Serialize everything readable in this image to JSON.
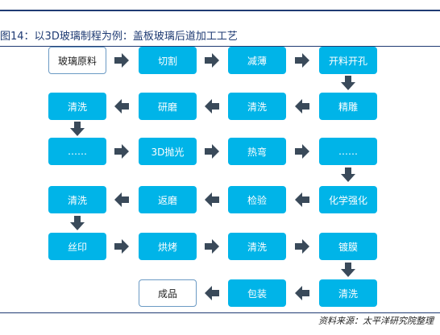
{
  "title": "图14：以3D玻璃制程为例：盖板玻璃后道加工工艺",
  "steps": {
    "s1": "玻璃原料",
    "s2": "切割",
    "s3": "减薄",
    "s4": "开料开孔",
    "s5": "精雕",
    "s6": "清洗",
    "s7": "研磨",
    "s8": "清洗",
    "s9": "……",
    "s10": "3D抛光",
    "s11": "热弯",
    "s12": "……",
    "s13": "化学强化",
    "s14": "检验",
    "s15": "返磨",
    "s16": "清洗",
    "s17": "丝印",
    "s18": "烘烤",
    "s19": "清洗",
    "s20": "镀膜",
    "s21": "清洗",
    "s22": "包装",
    "s23": "成品"
  },
  "source": "资料来源：太平洋研究院整理",
  "colors": {
    "box": "#00b4e8",
    "arrow": "#3a4a5a",
    "rule": "#1f3b73"
  }
}
